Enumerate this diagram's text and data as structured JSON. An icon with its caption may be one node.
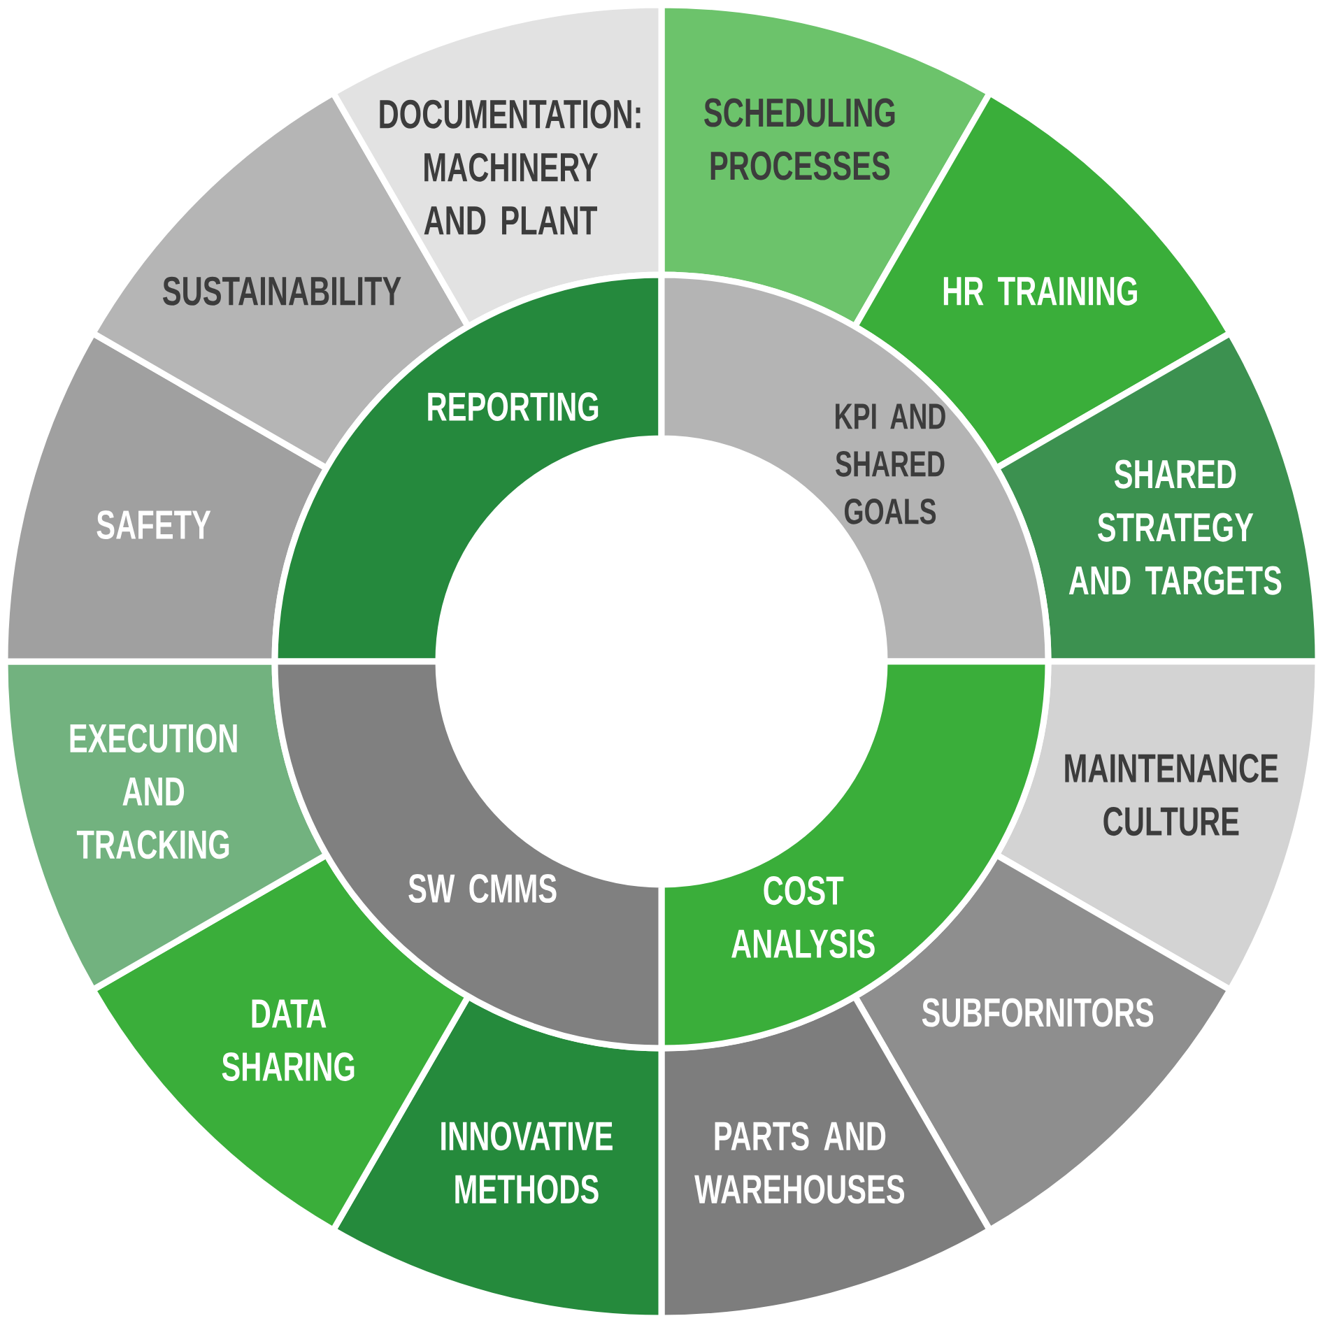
{
  "diagram": {
    "nodes": [
      {
        "text": [
          "SCHEDULING PROCESSES"
        ]
      },
      {
        "text": [
          "HR TRAINING"
        ]
      },
      {
        "text": [
          "SHARED STRATEGY AND TARGETS"
        ]
      },
      {
        "text": [
          "MAINTENANCE CULTURE"
        ]
      },
      {
        "text": [
          "SUBFORNITORS"
        ]
      },
      {
        "text": [
          "PARTS AND WAREHOUSES"
        ]
      },
      {
        "text": [
          "INNOVATIVE METHODS"
        ]
      },
      {
        "text": [
          "DATA SHARING"
        ]
      },
      {
        "text": [
          "EXECUTION AND TRACKING"
        ]
      },
      {
        "text": [
          "SAFETY"
        ]
      },
      {
        "text": [
          "SUSTAINABILITY"
        ]
      },
      {
        "text": [
          "DOCUMENTATION: MACHINERY AND PLANT"
        ]
      },
      {
        "text": [
          "REPORTING"
        ]
      },
      {
        "text": [
          "KPI AND SHARED GOALS"
        ]
      },
      {
        "text": [
          "COST ANALYSIS"
        ]
      },
      {
        "text": [
          "SW CMMS"
        ]
      }
    ]
  }
}
